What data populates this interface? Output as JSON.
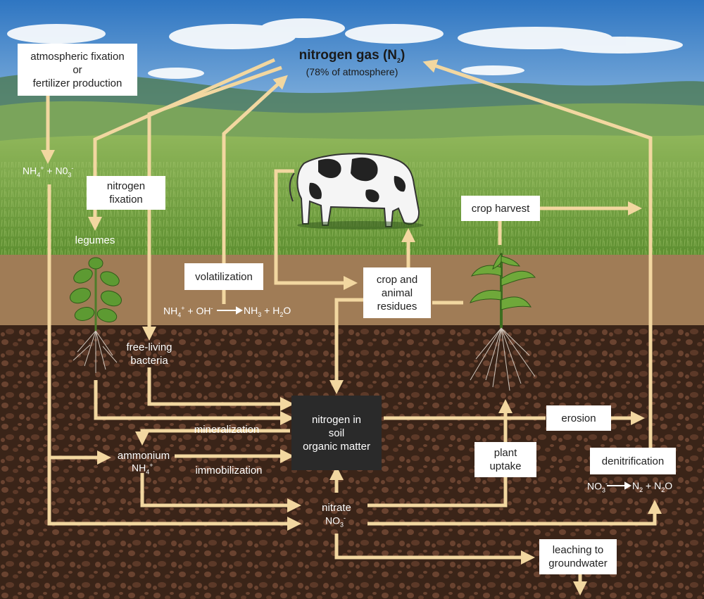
{
  "title": {
    "main": "nitrogen gas (N",
    "sub_num": "2",
    "close": ")",
    "subtitle": "(78% of atmosphere)"
  },
  "boxes": {
    "atmospheric": [
      "atmospheric fixation",
      "or",
      "fertilizer production"
    ],
    "nitrogen_fixation": [
      "nitrogen",
      "fixation"
    ],
    "volatilization": [
      "volatilization"
    ],
    "crop_residues": [
      "crop and",
      "animal",
      "residues"
    ],
    "crop_harvest": [
      "crop harvest"
    ],
    "soil_organic": [
      "nitrogen in",
      "soil",
      "organic matter"
    ],
    "erosion": [
      "erosion"
    ],
    "plant_uptake": [
      "plant",
      "uptake"
    ],
    "denitrification": [
      "denitrification"
    ],
    "leaching": [
      "leaching to",
      "groundwater"
    ]
  },
  "labels": {
    "legumes": "legumes",
    "free_living": [
      "free-living",
      "bacteria"
    ],
    "mineralization": "mineralization",
    "immobilization": "immobilization",
    "ammonium": "ammonium",
    "nitrate": "nitrate"
  },
  "formulas": {
    "nh4_no3": {
      "a": "NH",
      "a_sub": "4",
      "a_sup": "+",
      "plus": " + N0",
      "b_sub": "3",
      "b_sup": "-"
    },
    "volatil_left": {
      "a": "NH",
      "a_sub": "4",
      "a_sup": "+",
      "b": " + OH",
      "b_sup": "-"
    },
    "volatil_right": {
      "a": "NH",
      "a_sub": "3",
      "b": " + H",
      "b_sub": "2",
      "c": "O"
    },
    "ammonium_formula": {
      "a": "NH",
      "a_sub": "4",
      "a_sup": "+"
    },
    "nitrate_formula": {
      "a": "NO",
      "a_sub": "3",
      "a_sup": "-"
    },
    "denit_left": {
      "a": "NO",
      "a_sub": "3",
      "a_sup": "-"
    },
    "denit_right": {
      "a": "N",
      "a_sub": "2",
      "b": " + N",
      "b_sub": "2",
      "c": "O"
    }
  },
  "colors": {
    "arrow": "#f2d7a0",
    "sky_top": "#2f76c2",
    "sky_bottom": "#b7d6ee",
    "grass": "#6f9c3c",
    "topsoil": "#a07c56",
    "soil": "#3a2418",
    "soil_spots": "#6a4330",
    "dark_box": "#2a2a2a"
  }
}
